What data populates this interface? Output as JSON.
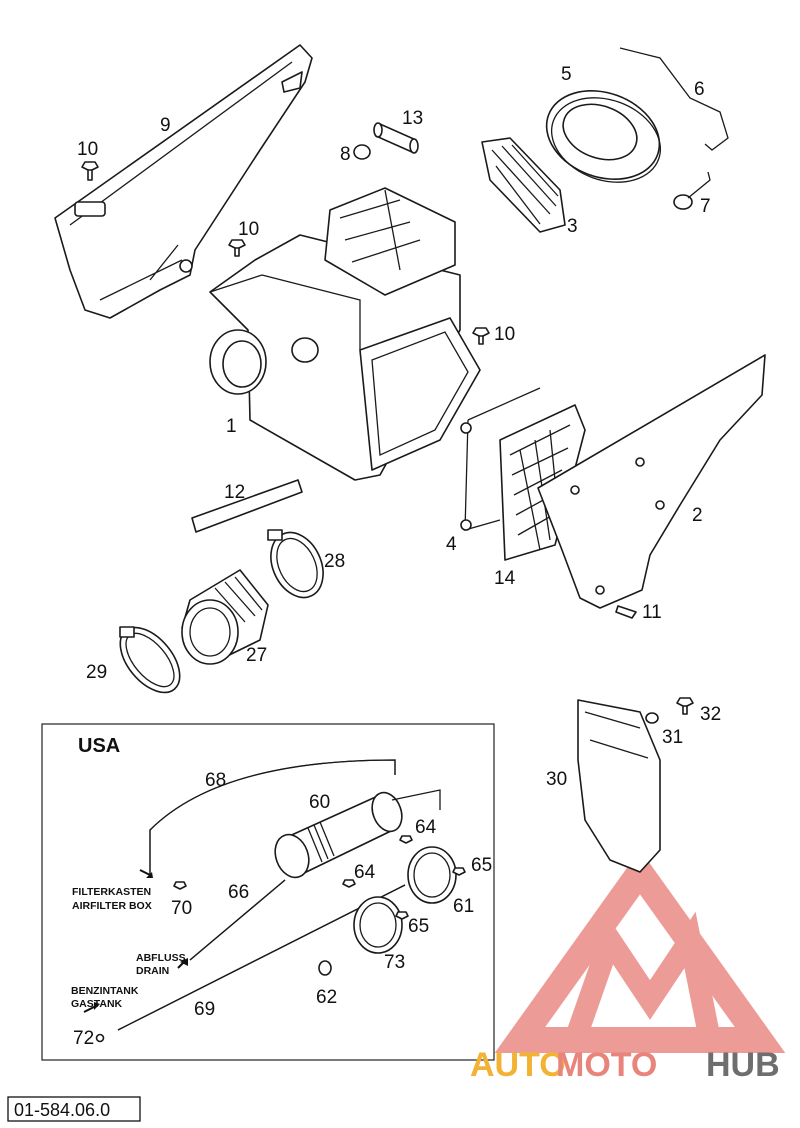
{
  "labels": {
    "p9": "9",
    "p10a": "10",
    "p8": "8",
    "p13": "13",
    "p5": "5",
    "p6": "6",
    "p3": "3",
    "p7": "7",
    "p10b": "10",
    "p10c": "10",
    "p1": "1",
    "p4": "4",
    "p14": "14",
    "p2": "2",
    "p11": "11",
    "p12": "12",
    "p28": "28",
    "p27": "27",
    "p29": "29",
    "p32": "32",
    "p31": "31",
    "p30": "30"
  },
  "usa_box": {
    "title": "USA",
    "labels": {
      "p68": "68",
      "p60": "60",
      "p64a": "64",
      "p64b": "64",
      "p65a": "65",
      "p65b": "65",
      "p61": "61",
      "p66": "66",
      "p70": "70",
      "p73": "73",
      "p62": "62",
      "p69": "69",
      "p72": "72"
    },
    "notes": {
      "filterkasten": "FILTERKASTEN",
      "airfilter_box": "AIRFILTER BOX",
      "abfluss": "ABFLUSS",
      "drain": "DRAIN",
      "benzintank": "BENZINTANK",
      "gastank": "GASTANK"
    }
  },
  "watermark": {
    "part1": "AUTO",
    "part2": "MOTO",
    "part3": "HUB",
    "colors": {
      "auto": "#f2b233",
      "moto": "#e8847c",
      "hub": "#6e6e6e",
      "logo": "#ea8a84"
    }
  },
  "drawing_number": "01-584.06.0"
}
